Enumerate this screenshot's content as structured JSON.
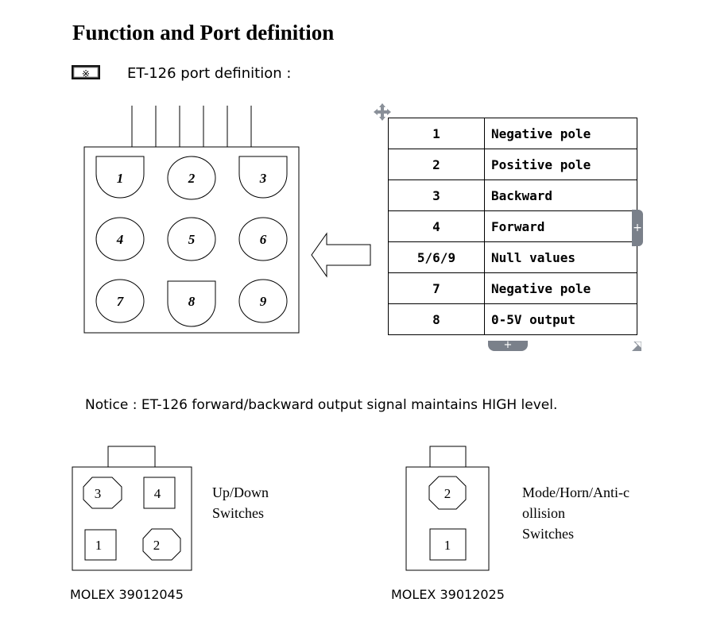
{
  "title": "Function and Port definition",
  "subtitle": "ET-126 port definition :",
  "bullet_icon": "※",
  "connector_pins": [
    "1",
    "2",
    "3",
    "4",
    "5",
    "6",
    "7",
    "8",
    "9"
  ],
  "ports_table": [
    {
      "num": "1",
      "desc": "Negative pole"
    },
    {
      "num": "2",
      "desc": "Positive pole"
    },
    {
      "num": "3",
      "desc": "Backward"
    },
    {
      "num": "4",
      "desc": "Forward"
    },
    {
      "num": "5/6/9",
      "desc": "Null values"
    },
    {
      "num": "7",
      "desc": "Negative pole"
    },
    {
      "num": "8",
      "desc": "0-5V output"
    }
  ],
  "table_controls": {
    "expand_plus": "+"
  },
  "notice": "Notice : ET-126 forward/backward output signal maintains HIGH level.",
  "connector_a": {
    "pins": [
      "3",
      "4",
      "1",
      "2"
    ],
    "label_line1": "Up/Down",
    "label_line2": "Switches",
    "model": "MOLEX 39012045"
  },
  "connector_b": {
    "pins": [
      "2",
      "1"
    ],
    "label_line1": "Mode/Horn/Anti-c",
    "label_line2": "ollision",
    "label_line3": "Switches",
    "model": "MOLEX 39012025"
  }
}
